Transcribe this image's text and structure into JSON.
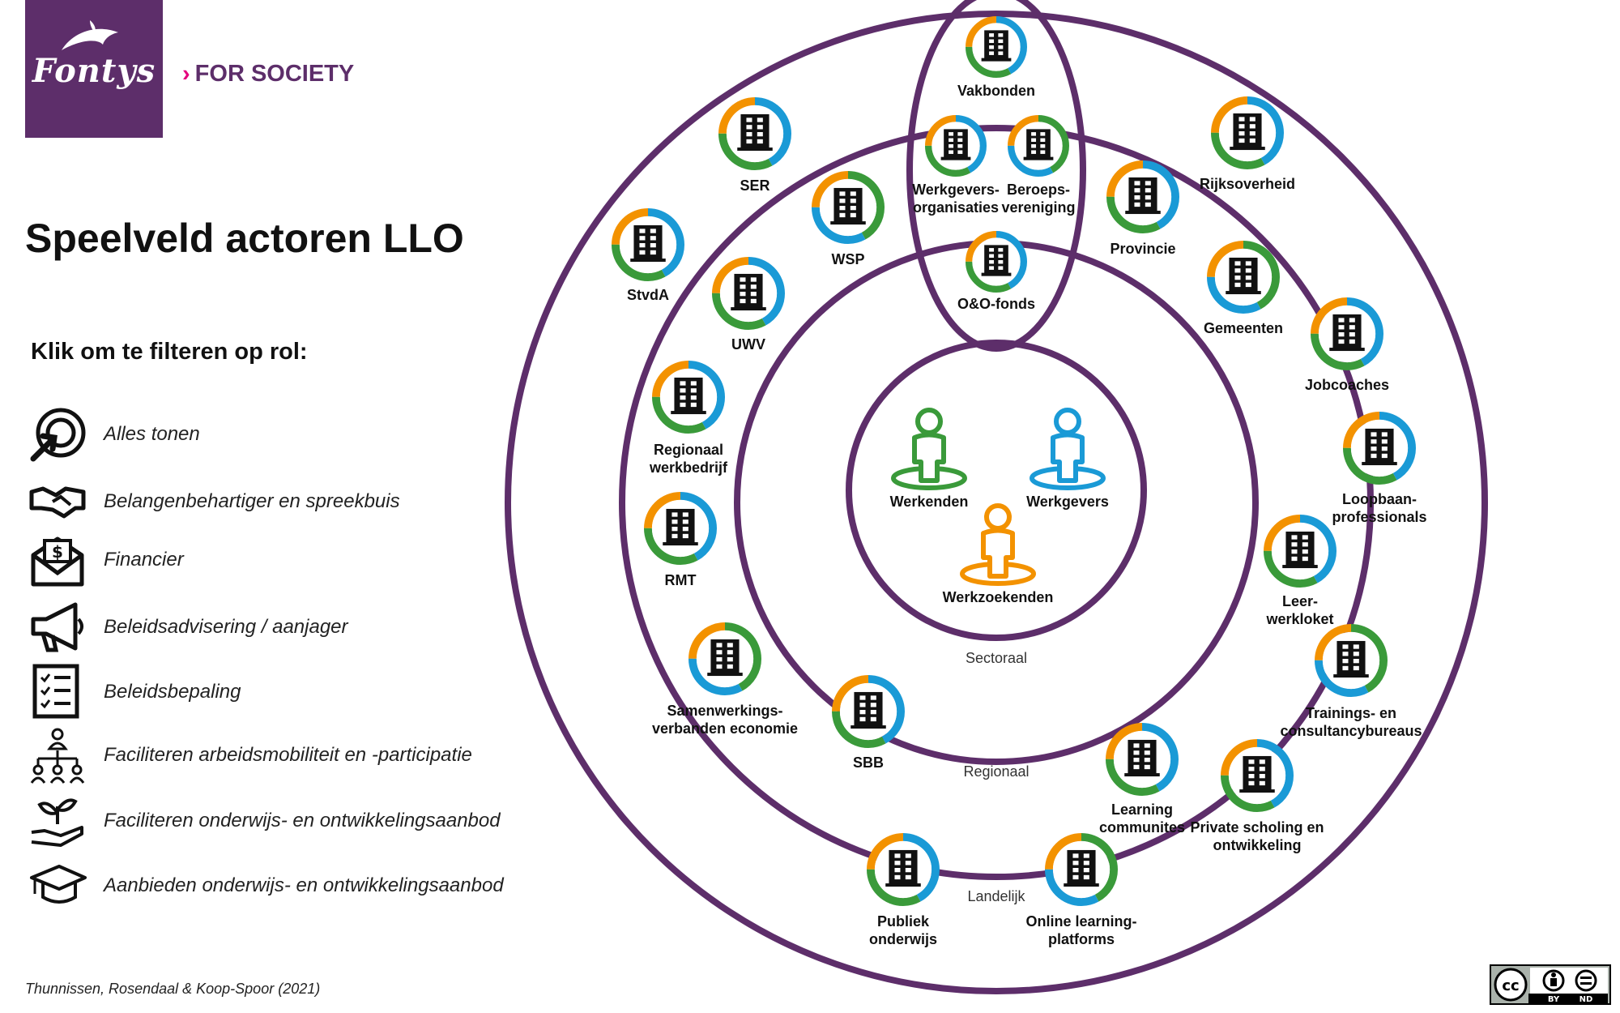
{
  "header": {
    "logo_text": "Fontys",
    "tagline": "FOR SOCIETY",
    "title": "Speelveld actoren LLO",
    "filter_prompt": "Klik om te filteren op rol:"
  },
  "filters": [
    {
      "label": "Alles tonen",
      "icon": "target-cursor-icon"
    },
    {
      "label": "Belangenbehartiger en spreekbuis",
      "icon": "handshake-icon"
    },
    {
      "label": "Financier",
      "icon": "money-envelope-icon"
    },
    {
      "label": "Beleidsadvisering / aanjager",
      "icon": "megaphone-icon"
    },
    {
      "label": "Beleidsbepaling",
      "icon": "checklist-icon"
    },
    {
      "label": "Faciliteren arbeidsmobiliteit en -participatie",
      "icon": "network-people-icon"
    },
    {
      "label": "Faciliteren onderwijs- en ontwikkelingsaanbod",
      "icon": "plant-hand-icon"
    },
    {
      "label": "Aanbieden onderwijs- en ontwikkelingsaanbod",
      "icon": "graduation-cap-icon"
    }
  ],
  "zones": {
    "sectoraal": "Sectoraal",
    "regionaal": "Regionaal",
    "landelijk": "Landelijk"
  },
  "core_actors": [
    {
      "label": "Werkenden",
      "color": "#3a9a3a"
    },
    {
      "label": "Werkgevers",
      "color": "#1a9ad6"
    },
    {
      "label": "Werkzoekenden",
      "color": "#f39200"
    }
  ],
  "actors": [
    {
      "lines": [
        "Vakbonden"
      ]
    },
    {
      "lines": [
        "Werkgevers-",
        "organisaties"
      ]
    },
    {
      "lines": [
        "Beroeps-",
        "vereniging"
      ]
    },
    {
      "lines": [
        "O&O-fonds"
      ]
    },
    {
      "lines": [
        "SER"
      ]
    },
    {
      "lines": [
        "StvdA"
      ]
    },
    {
      "lines": [
        "WSP"
      ]
    },
    {
      "lines": [
        "UWV"
      ]
    },
    {
      "lines": [
        "Regionaal",
        "werkbedrijf"
      ]
    },
    {
      "lines": [
        "RMT"
      ]
    },
    {
      "lines": [
        "Samenwerkings-",
        "verbanden economie"
      ]
    },
    {
      "lines": [
        "SBB"
      ]
    },
    {
      "lines": [
        "Provincie"
      ]
    },
    {
      "lines": [
        "Rijksoverheid"
      ]
    },
    {
      "lines": [
        "Gemeenten"
      ]
    },
    {
      "lines": [
        "Jobcoaches"
      ]
    },
    {
      "lines": [
        "Loopbaan-",
        "professionals"
      ]
    },
    {
      "lines": [
        "Leer-",
        "werkloket"
      ]
    },
    {
      "lines": [
        "Trainings- en",
        "consultancybureaus"
      ]
    },
    {
      "lines": [
        "Learning",
        "communites"
      ]
    },
    {
      "lines": [
        "Private scholing en",
        "ontwikkeling"
      ]
    },
    {
      "lines": [
        "Publiek",
        "onderwijs"
      ]
    },
    {
      "lines": [
        "Online learning-",
        "platforms"
      ]
    }
  ],
  "citation": "Thunnissen, Rosendaal & Koop-Spoor (2021)",
  "license": {
    "cc": "cc",
    "by": "BY",
    "nd": "ND"
  },
  "colors": {
    "purple": "#5d2e6a",
    "orange": "#f39200",
    "blue": "#1a9ad6",
    "green": "#3a9a3a",
    "pink": "#e5007d"
  }
}
